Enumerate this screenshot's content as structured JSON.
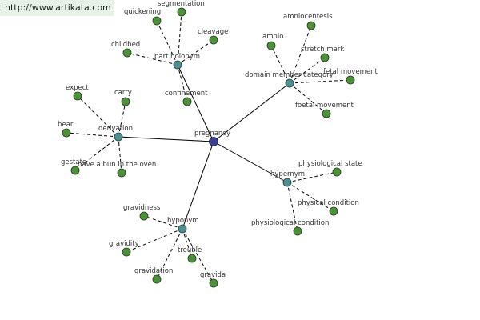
{
  "watermark": "http://www.artikata.com",
  "root": {
    "label": "pregnancy"
  },
  "relations": [
    {
      "label": "part holonym",
      "terms": [
        "segmentation",
        "quickening",
        "cleavage",
        "childbed",
        "confinement"
      ]
    },
    {
      "label": "domain member category",
      "terms": [
        "amniocentesis",
        "amnio",
        "stretch mark",
        "fetal movement",
        "foetal movement"
      ]
    },
    {
      "label": "derivation",
      "terms": [
        "expect",
        "carry",
        "bear",
        "gestate",
        "have a bun in the oven"
      ]
    },
    {
      "label": "hypernym",
      "terms": [
        "physiological state",
        "physical condition",
        "physiological condition"
      ]
    },
    {
      "label": "hyponym",
      "terms": [
        "gravidness",
        "gravidity",
        "trouble",
        "gravidation",
        "gravida"
      ]
    }
  ]
}
